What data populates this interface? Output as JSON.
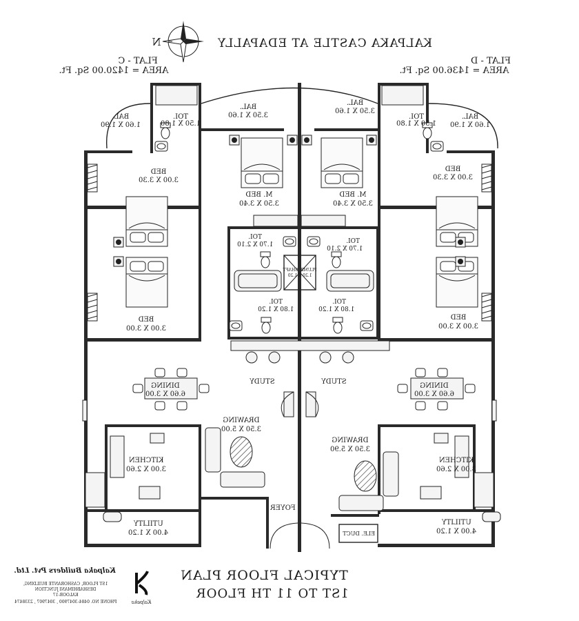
{
  "header": {
    "title": "KALPAKA CASTLE AT EDAPALLY",
    "north_label": "N"
  },
  "flats": {
    "flat_c": {
      "name": "FLAT - C",
      "area": "AREA = 1420.00 Sq. Ft."
    },
    "flat_d": {
      "name": "FLAT - D",
      "area": "AREA = 1436.00 Sq. Ft."
    }
  },
  "rooms": {
    "bal_left": {
      "name": "BAL.",
      "size": "1.60 X 1.90"
    },
    "tol_left_top": {
      "name": "TOI.",
      "size": "1.50 X 1.80"
    },
    "bal_mid_left": {
      "name": "BAL.",
      "size": "3.50 X 1.60"
    },
    "bal_mid_right": {
      "name": "BAL.",
      "size": "3.50 X 1.60"
    },
    "tol_right_top": {
      "name": "TOI.",
      "size": "1.50 X 1.80"
    },
    "bal_right": {
      "name": "BAL.",
      "size": "1.60 X 1.90"
    },
    "bed_left_upper": {
      "name": "BED",
      "size": "3.00 X 3.30"
    },
    "mbed_left": {
      "name": "M. BED",
      "size": "3.50 X 3.40"
    },
    "mbed_right": {
      "name": "M. BED",
      "size": "3.50 X 3.40"
    },
    "bed_right_upper": {
      "name": "BED",
      "size": "3.00 X 3.30"
    },
    "tol_mid_left": {
      "name": "TOI.",
      "size": "1.70 X 2.10"
    },
    "tol_mid_right": {
      "name": "TOI.",
      "size": "1.70 X 2.10"
    },
    "plumb_shaft": {
      "name": "PLUMB. SHAFT",
      "size": "1.20 X 1.20"
    },
    "tol_low_left": {
      "name": "TOI.",
      "size": "1.80 X 1.20"
    },
    "tol_low_right": {
      "name": "TOI.",
      "size": "1.80 X 1.20"
    },
    "bed_left_lower": {
      "name": "BED",
      "size": "3.00 X 3.00"
    },
    "bed_right_lower": {
      "name": "BED",
      "size": "3.00 X 3.00"
    },
    "study_left": {
      "name": "STUDY"
    },
    "study_right": {
      "name": "STUDY"
    },
    "dining_left": {
      "name": "DINING",
      "size": "6.60 X 3.00"
    },
    "dining_right": {
      "name": "DINING",
      "size": "6.60 X 3.00"
    },
    "drawing_left": {
      "name": "DRAWING",
      "size": "3.50 X 5.00"
    },
    "drawing_right": {
      "name": "DRAWING",
      "size": "3.50 X 5.90"
    },
    "kitchen_left": {
      "name": "KITCHEN",
      "size": "3.00 X 2.60"
    },
    "kitchen_right": {
      "name": "KITCHEN",
      "size": "3.00 X 2.60"
    },
    "utility_left": {
      "name": "UTILITY",
      "size": "4.00 X 1.20"
    },
    "utility_right": {
      "name": "UTILITY",
      "size": "4.00 X 1.20"
    },
    "foyer": {
      "name": "FOYER"
    },
    "electrical_duct": {
      "name": "ELE. DUCT"
    }
  },
  "footer": {
    "plan_title": "TYPICAL FLOOR PLAN",
    "plan_subtitle": "1ST TO 11 TH FLOOR",
    "builder_name": "Kalpaka Builders Pvt. Ltd.",
    "builder_address_1": "1ST FLOOR, CASHORANTE BUILDING,",
    "builder_address_2": "DESHABHIMANI JUNCTION",
    "builder_address_3": "KALOOR-17",
    "builder_phone": "PHONE NO. 0484-3047900 , 3047907 , 2338474",
    "logo_letter": "K",
    "logo_word": "Kalpaka"
  },
  "colors": {
    "ink": "#1a1a1a",
    "wall": "#2a2a2a",
    "paper": "#ffffff"
  },
  "icons": [
    "compass-rose-icon",
    "bed-icon",
    "wc-icon",
    "washbasin-icon",
    "bathtub-icon",
    "dining-set-icon",
    "sofa-icon",
    "hob-icon",
    "sink-icon",
    "company-logo-icon"
  ]
}
